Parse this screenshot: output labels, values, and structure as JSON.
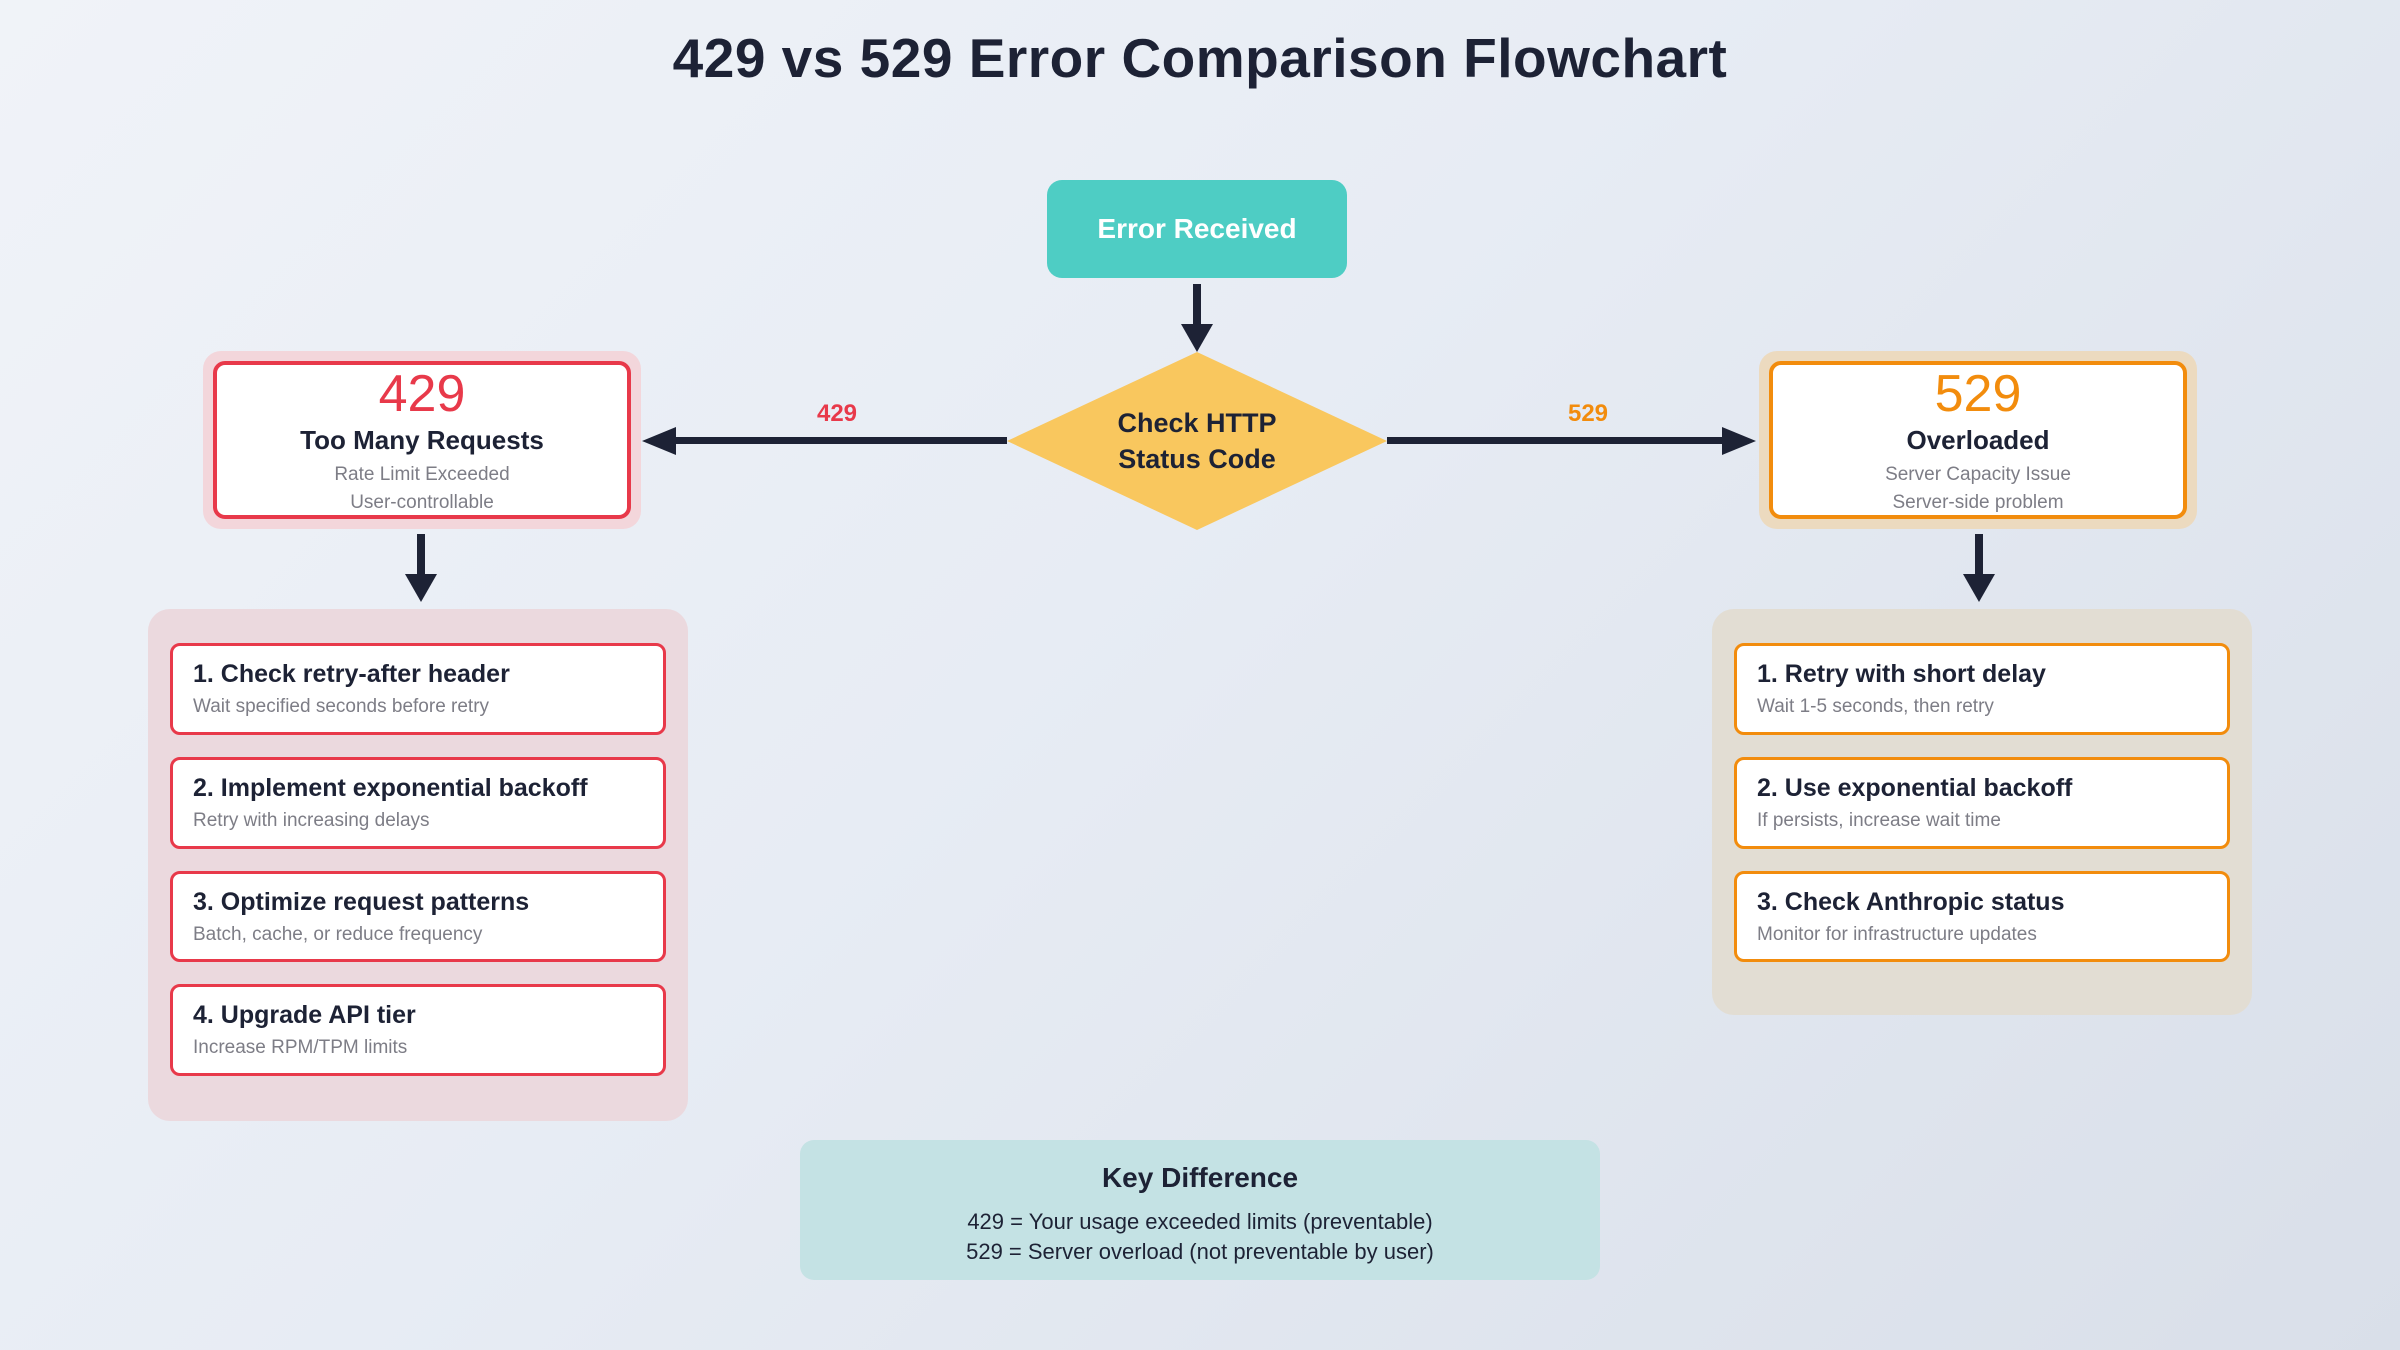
{
  "title": "429 vs 529 Error Comparison Flowchart",
  "colors": {
    "navy": "#1d2235",
    "teal": "#4ecdc4",
    "yellow": "#f9c75e",
    "red": "#e8394a",
    "orange": "#f28c0d",
    "gray": "#7d7d86",
    "pink-halo": "#f3d6db",
    "pink-panel": "#ebd9de",
    "tan-halo": "#ecdabf",
    "tan-panel": "#e2ddd3",
    "keydiff-bg": "#c4e2e4",
    "bg-start": "#f0f3f8",
    "bg-end": "#d9dfe9"
  },
  "flow": {
    "start": {
      "label": "Error Received"
    },
    "decision": {
      "line1": "Check HTTP",
      "line2": "Status Code"
    },
    "branches": {
      "left_label": "429",
      "right_label": "529"
    },
    "left_node": {
      "code": "429",
      "title": "Too Many Requests",
      "subtitle1": "Rate Limit Exceeded",
      "subtitle2": "User-controllable"
    },
    "right_node": {
      "code": "529",
      "title": "Overloaded",
      "subtitle1": "Server Capacity Issue",
      "subtitle2": "Server-side problem"
    },
    "left_steps": [
      {
        "title": "1. Check retry-after header",
        "desc": "Wait specified seconds before retry"
      },
      {
        "title": "2. Implement exponential backoff",
        "desc": "Retry with increasing delays"
      },
      {
        "title": "3. Optimize request patterns",
        "desc": "Batch, cache, or reduce frequency"
      },
      {
        "title": "4. Upgrade API tier",
        "desc": "Increase RPM/TPM limits"
      }
    ],
    "right_steps": [
      {
        "title": "1. Retry with short delay",
        "desc": "Wait 1-5 seconds, then retry"
      },
      {
        "title": "2. Use exponential backoff",
        "desc": "If persists, increase wait time"
      },
      {
        "title": "3. Check Anthropic status",
        "desc": "Monitor for infrastructure updates"
      }
    ],
    "key_difference": {
      "title": "Key Difference",
      "line1": "429 = Your usage exceeded limits (preventable)",
      "line2": "529 = Server overload (not preventable by user)"
    }
  }
}
